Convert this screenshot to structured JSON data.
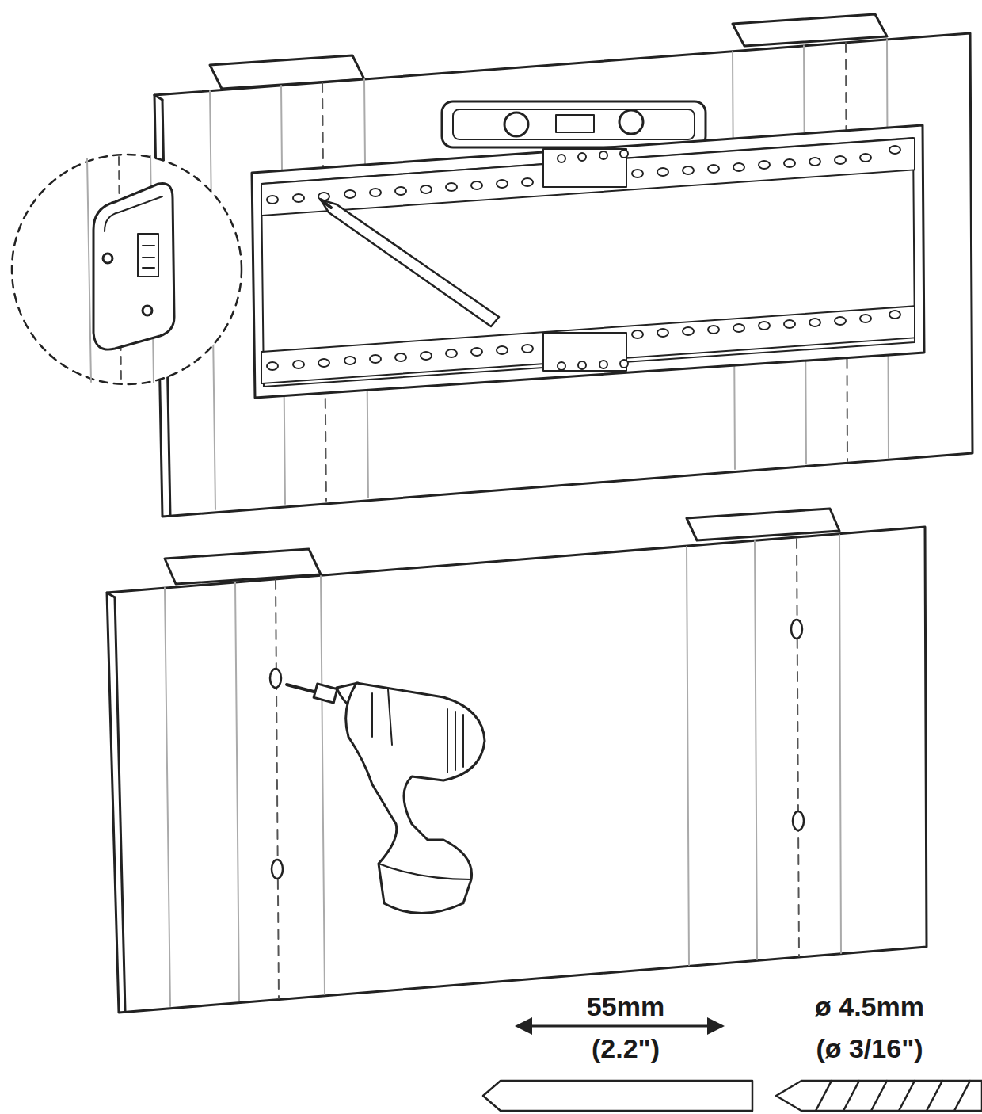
{
  "diagram": {
    "labels": [
      "55mm",
      "(2.2\")",
      "ø 4.5mm",
      "(ø 3/16\")"
    ]
  }
}
